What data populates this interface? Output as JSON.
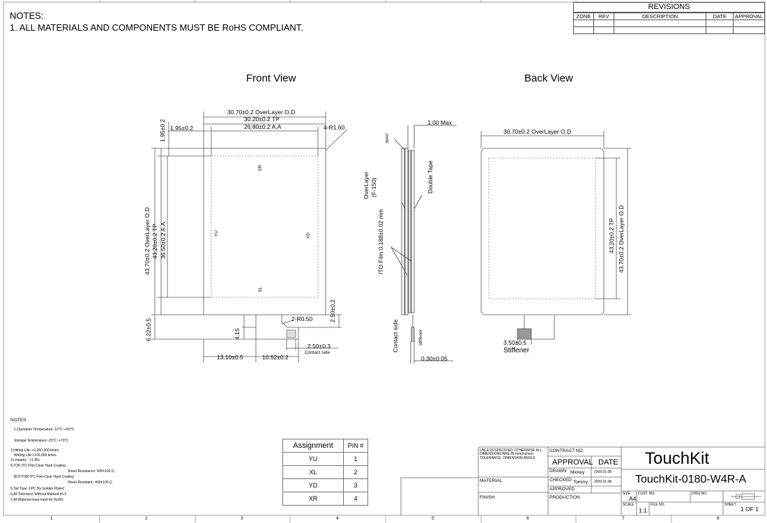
{
  "notes": {
    "title": "NOTES:",
    "line1": "1. ALL MATERIALS AND COMPONENTS MUST BE RoHS COMPLIANT."
  },
  "revisions": {
    "title": "REVISIONS",
    "columns": [
      "ZONE",
      "REV",
      "DESCRIPTION",
      "DATE",
      "APPROVAL"
    ]
  },
  "views": {
    "front": "Front View",
    "back": "Back View"
  },
  "front_dims": {
    "overlay_od": "30.70±0.2 OverLayer O.D",
    "tp": "30.20±0.2 TP",
    "aa": "26.80±0.2 A.A",
    "left_gap": "1.95±0.2",
    "top_gap": "1.95±0.2",
    "corner_r": "4-R1.60",
    "v_overlay_od": "43.70±0.2 OverLayer O.D",
    "v_tp": "43.20±0.2 TP",
    "v_aa": "36.50±0.2 A.A",
    "tail_len": "6.22±0.5",
    "tail_h": "4.15",
    "r050": "2-R0.50",
    "right_250": "2.50±0.2",
    "contact_w": "2.50±0.3",
    "contact_side": "Contact side",
    "bottom_left": "13.10±0.5",
    "bottom_tail": "10.52±0.2",
    "xr": "XR",
    "xl": "XL",
    "yu": "YU",
    "yd": "YD"
  },
  "side_dims": {
    "max": "1.00 Max",
    "tape_code": "3M467",
    "overlayer": "OverLayer",
    "f150": "(F-150)",
    "double_tape": "Double Tape",
    "ito_film": "ITO Film 0.188±0.02 mm",
    "contact_side": "Contact side",
    "stiffener": "stiffener",
    "thickness": "0.30±0.05"
  },
  "back_dims": {
    "overlay_od": "30.70±0.2 OverLayer O.D",
    "v_tp": "43.20±0.2 TP",
    "v_overlay_od": "43.70±0.2 OverLayer O.D",
    "stiff_dim": "3.50±0.5",
    "stiffener": "Stiffener"
  },
  "spec_notes": {
    "title": "NOTES:",
    "lines": [
      "1,Operation Temperature: 10°C~+60°C",
      "Storage Temperature:-20°C~+70°C",
      "2,Hitting Life :>1,000,000 times.",
      "Writing Life:>100,000 times.",
      "3,Linearity : <1.8%.",
      "4,TOP ITO Film:Clear Hard Coating",
      "Sheet Resistance: 400±100 Ω;",
      "BOTTOM ITO Film:Clear Hard Coating",
      "Sheet Resistanc: 400±100 Ω",
      "5,Tail Type :FPC  By Golden Plated",
      "6,All Tolerance Without Marked:±0.2",
      "7,All Material must meet for RoHS."
    ]
  },
  "assignment": {
    "headers": [
      "Assignment",
      "PIN #"
    ],
    "rows": [
      [
        "YU",
        "1"
      ],
      [
        "XL",
        "2"
      ],
      [
        "YD",
        "3"
      ],
      [
        "XR",
        "4"
      ]
    ]
  },
  "title_block": {
    "unless": "UNLESS SPECIFIED OTHERWISE ALL DIMENSIONS ARE IN mm(inches) TOLERANCE: DIMENSION   ANGLE",
    "material": "MATERIAL:",
    "finish": "FINISH",
    "contract_no": "CONTRACT NO.",
    "approval": "APPROVAL",
    "date": "DATE",
    "drawn": "DRAWN",
    "drawn_by": "Mickey",
    "drawn_date": "2009.01.08",
    "checked": "CHECKED",
    "checked_by": "Tommy",
    "checked_date": "2009.01.08",
    "approved": "APPROVED",
    "production": "PRODUCTION",
    "company": "TouchKit",
    "part_no": "TouchKit-0180-W4R-A",
    "size_label": "SIZE",
    "size": "A4",
    "cust_no": "CUST. NO.",
    "dwg_no": "DWG.NO.",
    "scale_label": "SCALE",
    "scale": "1:1",
    "file_no": "FILE NO.",
    "sheet_label": "SHEET",
    "sheet": "1 OF 1"
  },
  "border": {
    "columns": [
      "1",
      "2",
      "3",
      "4",
      "5",
      "6",
      "7",
      "8"
    ]
  }
}
